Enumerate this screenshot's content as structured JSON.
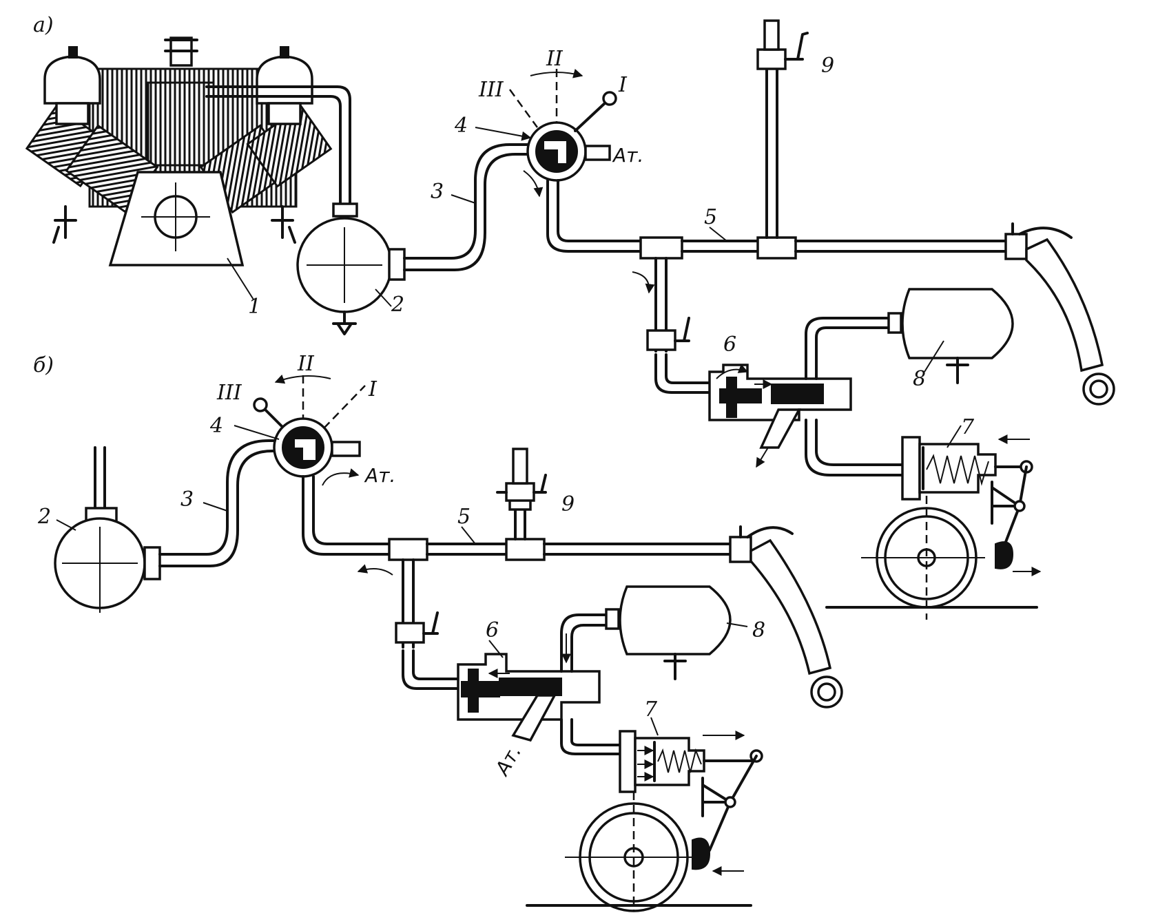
{
  "panels": {
    "a": {
      "panel_label": "а)",
      "labels": {
        "l1": "1",
        "l2": "2",
        "l3": "3",
        "l4": "4",
        "l5": "5",
        "l6": "6",
        "l7": "7",
        "l8": "8",
        "l9": "9"
      },
      "positions": {
        "I": "I",
        "II": "II",
        "III": "III"
      },
      "atm": "Ат."
    },
    "b": {
      "panel_label": "б)",
      "labels": {
        "l2": "2",
        "l3": "3",
        "l4": "4",
        "l5": "5",
        "l6": "6",
        "l7": "7",
        "l8": "8",
        "l9": "9"
      },
      "positions": {
        "I": "I",
        "II": "II",
        "III": "III"
      },
      "atm1": "Ат.",
      "atm2": "Ат."
    }
  },
  "colors": {
    "ink": "#111111",
    "paper": "#ffffff"
  }
}
